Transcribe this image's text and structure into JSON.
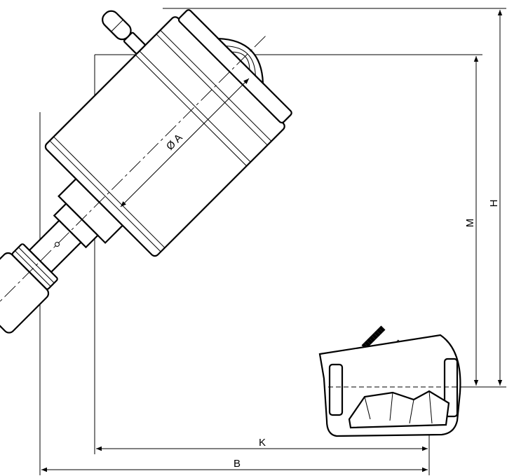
{
  "dimensions": {
    "diameter_label": "Ø A",
    "b_label": "B",
    "k_label": "K",
    "m_label": "M",
    "h_label": "H"
  },
  "marking": {
    "line1": "████████",
    "line2": "███ ███",
    "line3": "██ ██"
  }
}
